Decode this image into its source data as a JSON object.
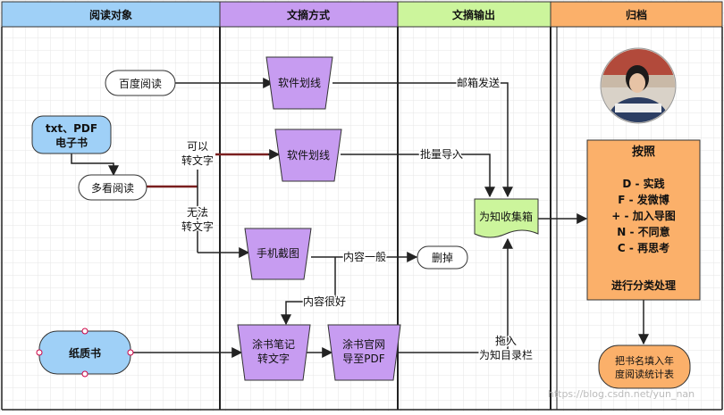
{
  "lanes": [
    {
      "title": "阅读对象",
      "color": "#9fd0f7"
    },
    {
      "title": "文摘方式",
      "color": "#c79cf1"
    },
    {
      "title": "文摘输出",
      "color": "#ccf59c"
    },
    {
      "title": "归档",
      "color": "#fbb06a"
    }
  ],
  "nodes": {
    "baidu": "百度阅读",
    "ebook_line1": "txt、PDF",
    "ebook_line2": "电子书",
    "duokan": "多看阅读",
    "paper": "纸质书",
    "highlight1": "软件划线",
    "highlight2": "软件划线",
    "screenshot": "手机截图",
    "tushu_note_line1": "涂书笔记",
    "tushu_note_line2": "转文字",
    "tushu_pdf_line1": "涂书官网",
    "tushu_pdf_line2": "导至PDF",
    "delete": "删掉",
    "zhishou": "为知收集箱",
    "archive_title": "按照",
    "archive_items": [
      "D - 实践",
      "F - 发微博",
      "+ - 加入导图",
      "N - 不同意",
      "C - 再思考"
    ],
    "archive_footer": "进行分类处理",
    "annual_line1": "把书名填入年",
    "annual_line2": "度阅读统计表"
  },
  "edge_labels": {
    "email": "邮箱发送",
    "can_line1": "可以",
    "can_line2": "转文字",
    "batch": "批量导入",
    "cannot_line1": "无法",
    "cannot_line2": "转文字",
    "average": "内容一般",
    "good": "内容很好",
    "drag_line1": "拖入",
    "drag_line2": "为知目录栏"
  },
  "colors": {
    "blue": "#9fd0f7",
    "purple": "#c79cf1",
    "green": "#ccf59c",
    "orange": "#fbb06a"
  },
  "watermark": "https://blog.csdn.net/yun_nan"
}
